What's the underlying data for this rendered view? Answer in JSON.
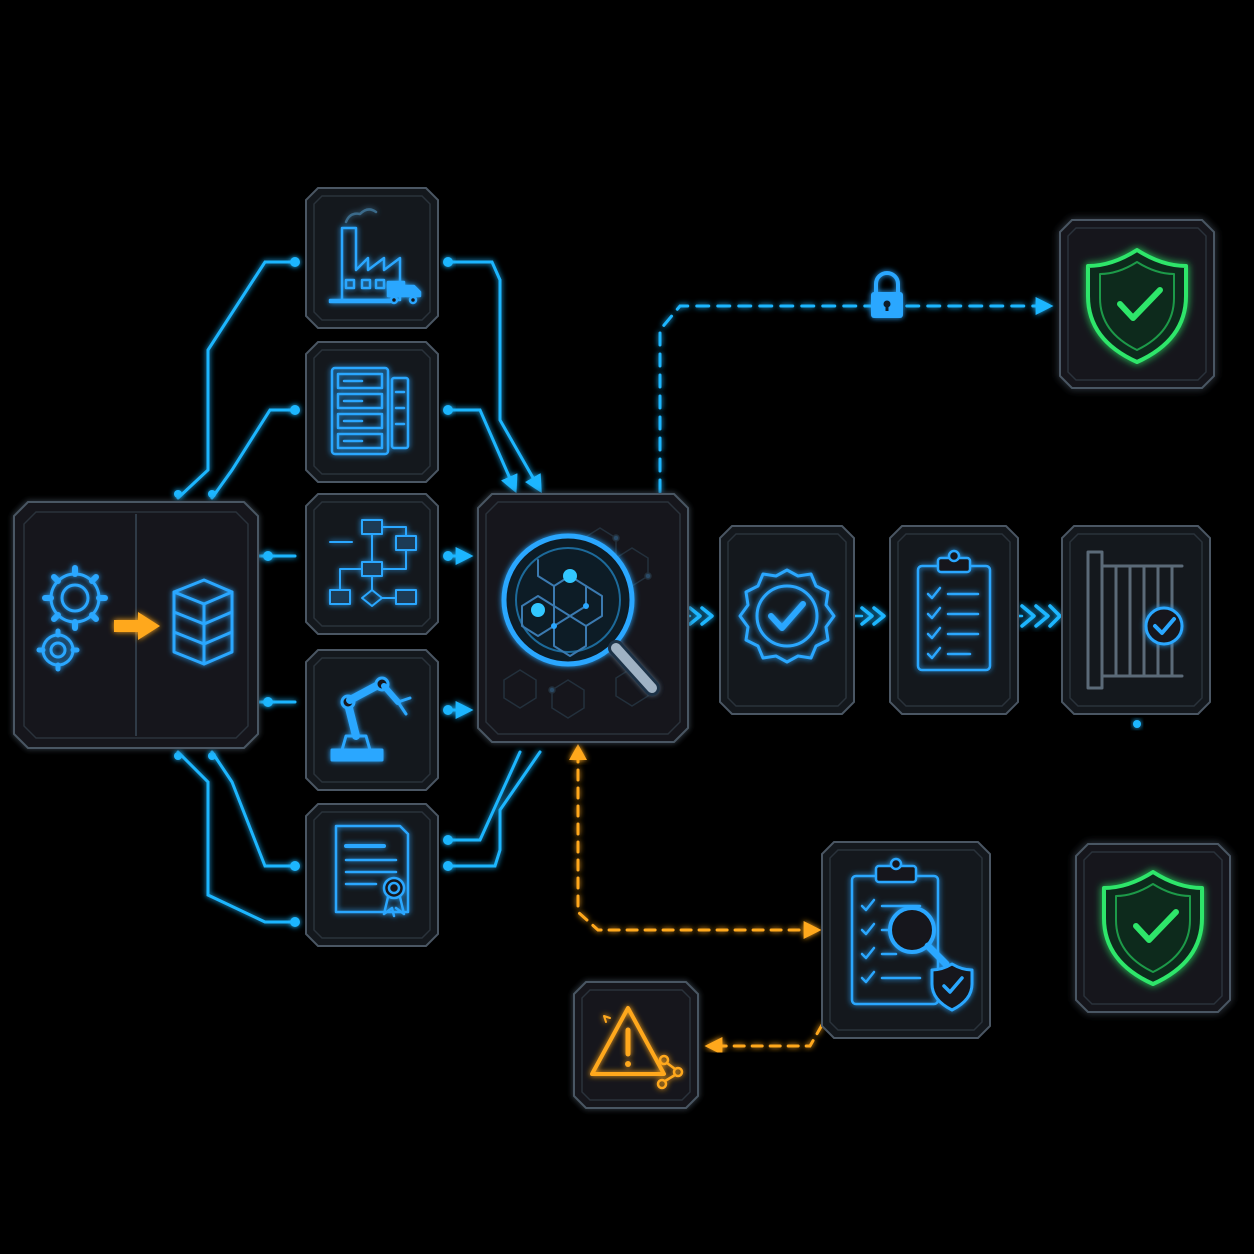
{
  "colors": {
    "background": "#000000",
    "tile": "#14181d",
    "tile_border": "#4a5663",
    "connector_blue": "#1fb6ff",
    "icon_blue": "#2aa7ff",
    "status_green": "#2ee66b",
    "alert_orange": "#ffa81f"
  },
  "nodes": [
    {
      "id": "source",
      "icon": "gears-to-layers-icon",
      "kind": "input"
    },
    {
      "id": "factory",
      "icon": "factory-truck-icon",
      "kind": "source-system"
    },
    {
      "id": "servers",
      "icon": "server-rack-icon",
      "kind": "source-system"
    },
    {
      "id": "workflow",
      "icon": "flowchart-icon",
      "kind": "source-system"
    },
    {
      "id": "robot",
      "icon": "robot-arm-icon",
      "kind": "source-system"
    },
    {
      "id": "certificate",
      "icon": "certificate-icon",
      "kind": "source-system"
    },
    {
      "id": "inspect",
      "icon": "magnifier-network-icon",
      "kind": "analysis"
    },
    {
      "id": "verified",
      "icon": "verified-badge-icon",
      "kind": "step"
    },
    {
      "id": "checklist",
      "icon": "clipboard-checklist-icon",
      "kind": "step"
    },
    {
      "id": "gate",
      "icon": "gate-check-icon",
      "kind": "step"
    },
    {
      "id": "secure-top",
      "icon": "shield-check-icon",
      "kind": "outcome"
    },
    {
      "id": "audit",
      "icon": "clipboard-search-shield-icon",
      "kind": "review"
    },
    {
      "id": "secure-bottom",
      "icon": "shield-check-icon",
      "kind": "outcome"
    },
    {
      "id": "alert",
      "icon": "warning-triangle-icon",
      "kind": "exception"
    }
  ],
  "edges": [
    {
      "from": "source",
      "to": "factory",
      "style": "solid",
      "color": "blue"
    },
    {
      "from": "source",
      "to": "servers",
      "style": "solid",
      "color": "blue"
    },
    {
      "from": "source",
      "to": "workflow",
      "style": "solid",
      "color": "blue"
    },
    {
      "from": "source",
      "to": "robot",
      "style": "solid",
      "color": "blue"
    },
    {
      "from": "source",
      "to": "certificate",
      "style": "solid",
      "color": "blue"
    },
    {
      "from": "factory",
      "to": "inspect",
      "style": "solid",
      "color": "blue"
    },
    {
      "from": "servers",
      "to": "inspect",
      "style": "solid",
      "color": "blue"
    },
    {
      "from": "workflow",
      "to": "inspect",
      "style": "solid",
      "color": "blue"
    },
    {
      "from": "robot",
      "to": "inspect",
      "style": "solid",
      "color": "blue"
    },
    {
      "from": "certificate",
      "to": "inspect",
      "style": "solid",
      "color": "blue"
    },
    {
      "from": "inspect",
      "to": "secure-top",
      "style": "dashed",
      "color": "blue",
      "badge": "lock-icon"
    },
    {
      "from": "inspect",
      "to": "verified",
      "style": "chevron",
      "color": "blue"
    },
    {
      "from": "verified",
      "to": "checklist",
      "style": "chevron",
      "color": "blue"
    },
    {
      "from": "checklist",
      "to": "gate",
      "style": "chevron",
      "color": "blue"
    },
    {
      "from": "gate",
      "to": "secure-bottom",
      "style": "solid",
      "color": "blue"
    },
    {
      "from": "inspect",
      "to": "audit",
      "style": "dashed",
      "color": "orange",
      "bidirectional": true
    },
    {
      "from": "audit",
      "to": "secure-bottom",
      "style": "dashed",
      "color": "green"
    },
    {
      "from": "audit",
      "to": "alert",
      "style": "dashed",
      "color": "orange"
    }
  ]
}
